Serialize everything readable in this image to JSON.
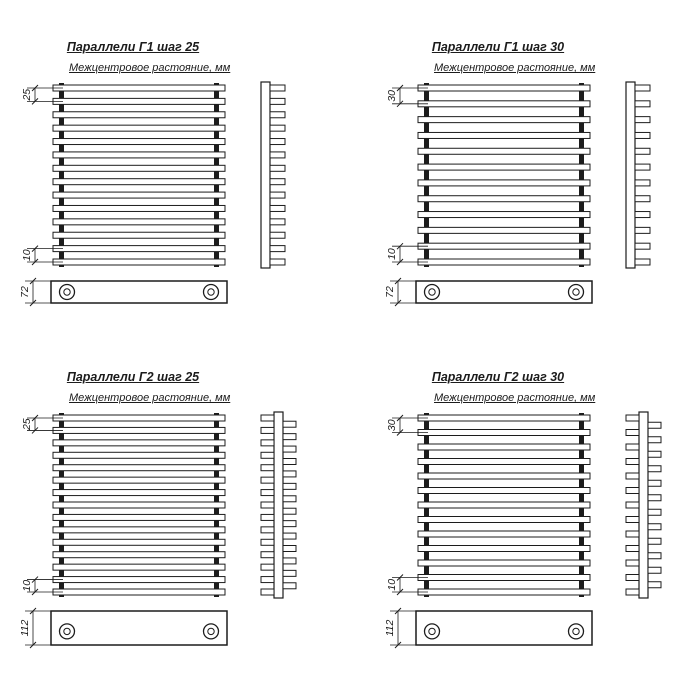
{
  "sheet": {
    "background": "#ffffff"
  },
  "colors": {
    "line": "#1c1c1c",
    "fill": "#ffffff"
  },
  "panels": [
    {
      "title": "Параллели Г1 шаг 25",
      "subtitle": "Межцентровое растояние, мм",
      "dim_step": "25",
      "dim_small": "10",
      "dim_collector": "72",
      "tube_count": 14,
      "rows": 1
    },
    {
      "title": "Параллели Г1 шаг 30",
      "subtitle": "Межцентровое растояние, мм",
      "dim_step": "30",
      "dim_small": "10",
      "dim_collector": "72",
      "tube_count": 12,
      "rows": 1
    },
    {
      "title": "Параллели Г2 шаг 25",
      "subtitle": "Межцентровое растояние, мм",
      "dim_step": "25",
      "dim_small": "10",
      "dim_collector": "112",
      "tube_count": 15,
      "rows": 2
    },
    {
      "title": "Параллели Г2 шаг 30",
      "subtitle": "Межцентровое растояние, мм",
      "dim_step": "30",
      "dim_small": "10",
      "dim_collector": "112",
      "tube_count": 13,
      "rows": 2
    }
  ]
}
